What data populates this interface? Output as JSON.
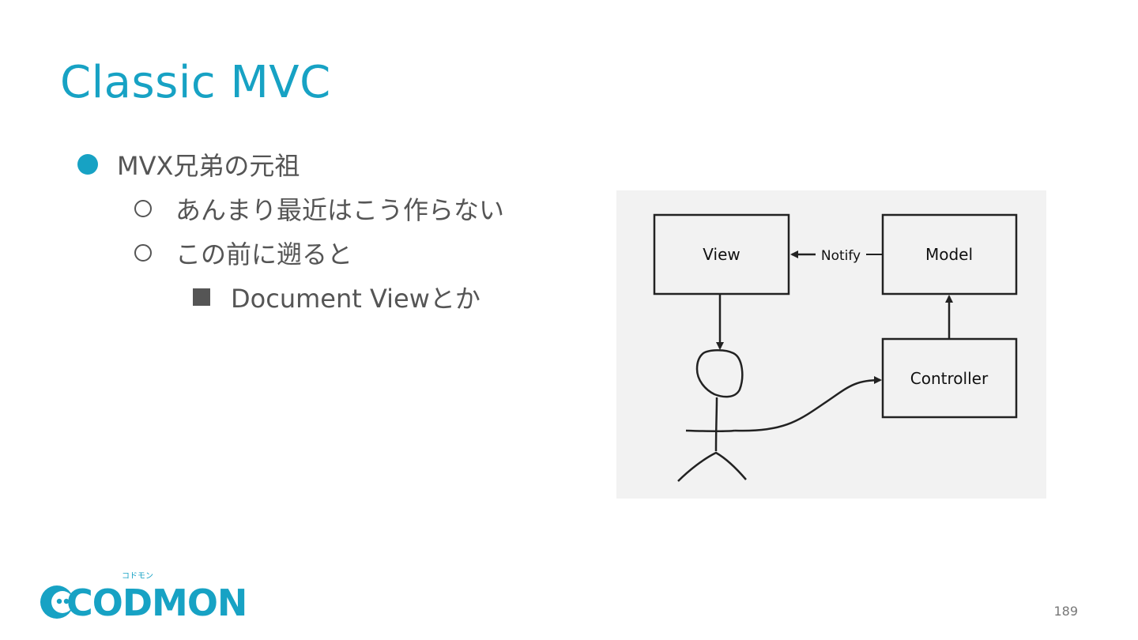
{
  "slide": {
    "title": "Classic MVC",
    "bullets": {
      "level1": "MVX兄弟の元祖",
      "level2_a": "あんまり最近はこう作らない",
      "level2_b": "この前に遡ると",
      "level3": "Document Viewとか"
    },
    "diagram": {
      "view_label": "View",
      "model_label": "Model",
      "controller_label": "Controller",
      "notify_label": "Notify"
    },
    "logo": {
      "text": "CODMON",
      "ruby": "コドモン"
    },
    "page_number": "189",
    "colors": {
      "accent": "#17a2c4",
      "body_text": "#555555",
      "diagram_bg": "#f2f2f2"
    }
  }
}
